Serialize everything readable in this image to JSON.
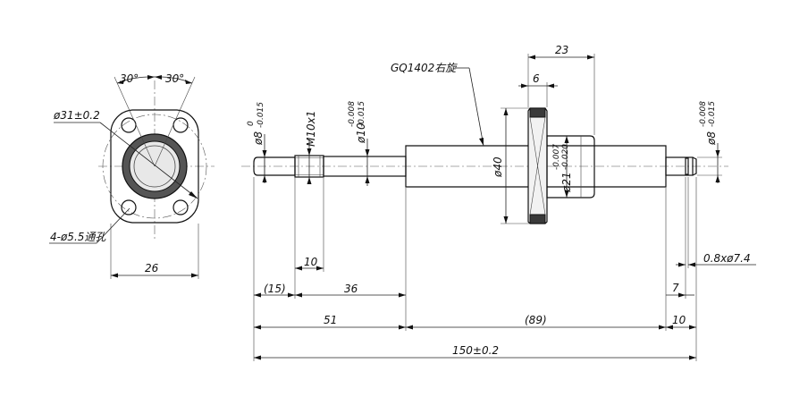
{
  "drawing": {
    "end_view": {
      "angle_left": "30°",
      "angle_right": "30°",
      "flange_diameter": "ø31±0.2",
      "mount_holes": "4-ø5.5通孔",
      "flange_width": "26"
    },
    "screw_label": "GQ1402右旋",
    "diameters": {
      "left_journal": "ø8",
      "left_journal_tol_upper": "0",
      "left_journal_tol_lower": "-0.015",
      "thread": "M10x1",
      "bearing_seat": "ø10",
      "bearing_seat_tol_upper": "-0.008",
      "bearing_seat_tol_lower": "-0.015",
      "screw": "ø40",
      "nut_body": "ø21",
      "nut_body_tol_upper": "-0.007",
      "nut_body_tol_lower": "-0.020",
      "right_journal": "ø8",
      "right_journal_tol_upper": "-0.008",
      "right_journal_tol_lower": "-0.015"
    },
    "lengths": {
      "nut_total": "23",
      "flange_thickness": "6",
      "thread_length": "10",
      "journal": "(15)",
      "step": "36",
      "left_end": "51",
      "screw_length": "(89)",
      "right_end": "10",
      "groove_offset": "7",
      "groove": "0.8xø7.4",
      "overall": "150±0.2"
    }
  }
}
